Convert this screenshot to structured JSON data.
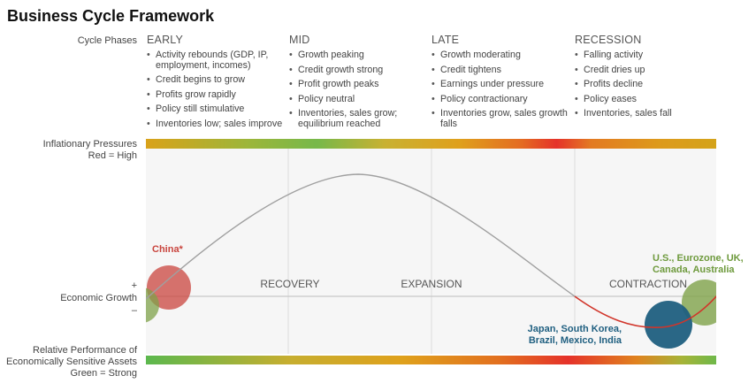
{
  "title": "Business Cycle Framework",
  "row_labels": {
    "cycle_phases": "Cycle Phases",
    "inflation_line1": "Inflationary Pressures",
    "inflation_line2": "Red = High",
    "growth_plus": "+",
    "growth_label": "Economic Growth",
    "growth_minus": "–",
    "performance_line1": "Relative Performance of",
    "performance_line2": "Economically Sensitive Assets",
    "performance_line3": "Green = Strong"
  },
  "phases": [
    {
      "name": "EARLY",
      "bullets": [
        "Activity rebounds (GDP, IP, employment, incomes)",
        "Credit begins to grow",
        "Profits grow rapidly",
        "Policy still stimulative",
        "Inventories low; sales improve"
      ]
    },
    {
      "name": "MID",
      "bullets": [
        "Growth peaking",
        "Credit growth strong",
        "Profit growth peaks",
        "Policy neutral",
        "Inventories, sales grow; equilibrium reached"
      ]
    },
    {
      "name": "LATE",
      "bullets": [
        "Growth moderating",
        "Credit tightens",
        "Earnings under pressure",
        "Policy contractionary",
        "Inventories grow, sales growth falls"
      ]
    },
    {
      "name": "RECESSION",
      "bullets": [
        "Falling activity",
        "Credit dries up",
        "Profits decline",
        "Policy eases",
        "Inventories, sales fall"
      ]
    }
  ],
  "stage_labels": [
    "RECOVERY",
    "EXPANSION",
    "CONTRACTION"
  ],
  "annotations": {
    "china": "China*",
    "developed_line1": "U.S., Eurozone, UK,",
    "developed_line2": "Canada, Australia",
    "emerging_line1": "Japan, South Korea,",
    "emerging_line2": "Brazil, Mexico, India"
  },
  "colors": {
    "green": "#77b84a",
    "yellow": "#d9a21a",
    "orange": "#e07a20",
    "red": "#e5322a",
    "curve": "#a0a0a0",
    "curve_negative": "#d1352a",
    "china": "#c9443d",
    "developed": "#6e9a3d",
    "emerging": "#1f5f80"
  }
}
